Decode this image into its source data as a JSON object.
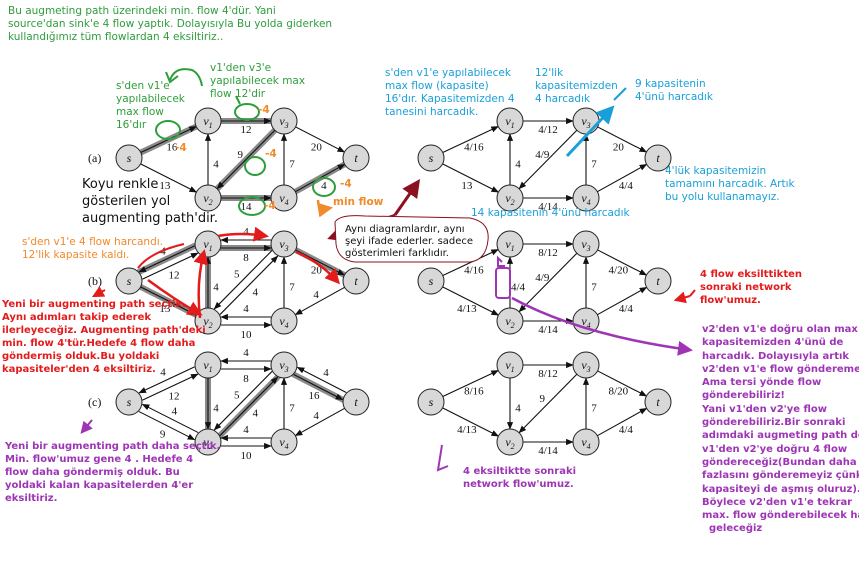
{
  "notes": {
    "top_green": "Bu augmeting path üzerindeki min. flow 4'dür. Yani\nsource'dan sink'e 4 flow yaptık. Dolayısıyla Bu yolda giderken\nkullandığımız tüm flowlardan 4 eksiltiriz..",
    "s_v1_green": "s'den v1'e\nyapılabilecek\nmax flow\n16'dır",
    "v1_v3_green": "v1'den v3'e\nyapılabilecek max\nflow 12'dir",
    "legend_black": "Koyu renkle\ngösterilen yol\naugmenting path'dir.",
    "min_flow": "min flow",
    "minus4": "-4",
    "balloon": "Aynı diagramlardır, aynı\nşeyi ifade ederler. sadece\ngösterimleri farklıdır.",
    "blue_s_v1": "s'den v1'e yapılabilecek\nmax flow (kapasite)\n16'dır. Kapasitemizden 4\ntanesini harcadık.",
    "blue_12": "12'lik\nkapasitemizden\n4 harcadık",
    "blue_9": "9 kapasitenin\n4'ünü harcadık",
    "blue_4lik": "4'lük kapasitemizin\ntamamını harcadık. Artık\nbu yolu kullanamayız.",
    "blue_14": "14 kapasitenin 4'ünü harcadık",
    "orange_b": "s'den v1'e 4 flow harcandı.\n12'lik kapasite kaldı.",
    "red_b": "Yeni bir augmenting path seçtik.\nAynı adımları takip ederek\nilerleyeceğiz. Augmenting path'deki\nmin. flow 4'tür.Hedefe 4 flow daha\ngöndermiş olduk.Bu yoldaki\nkapasiteler'den 4 eksiltiriz.",
    "red_right": "4 flow eksilttikten\nsonraki network\nflow'umuz.",
    "purple_c": "Yeni bir augmenting path daha seçtik.\nMin. flow'umuz gene 4 . Hedefe 4\nflow daha göndermiş olduk. Bu\nyoldaki kalan kapasitelerden 4'er\neksiltiriz.",
    "purple_mid": "4 eksiltiktte sonraki\nnetwork flow'umuz.",
    "purple_right": "v2'den v1'e doğru olan max 4\nkapasitemizden 4'ünü de\nharcadık. Dolayısıyla artık\nv2'den v1'e flow gönderemeyiz.\nAma tersi yönde flow\ngönderebiliriz!\nYani v1'den v2'ye flow\ngönderebiliriz.Bir sonraki\nadımdaki augmeting path de\nv1'den v2'ye doğru 4 flow\ngöndereceğiz(Bundan daha\nfazlasını gönderemeyiz çünkü\nkapasiteyi de aşmış oluruz).\nBöylece v2'den v1'e tekrar\nmax. flow gönderebilecek hale\n  geleceğiz"
  },
  "panel_labels": [
    "(a)",
    "(b)",
    "(c)"
  ],
  "node_labels": {
    "s": "s",
    "v1": "v1",
    "v2": "v2",
    "v3": "v3",
    "v4": "v4",
    "t": "t"
  },
  "graphs": {
    "a_left": {
      "edges": [
        {
          "from": "s",
          "to": "v1",
          "label": "16",
          "path": true
        },
        {
          "from": "s",
          "to": "v2",
          "label": "13"
        },
        {
          "from": "v1",
          "to": "v3",
          "label": "12",
          "path": true
        },
        {
          "from": "v2",
          "to": "v1",
          "label": "4"
        },
        {
          "from": "v3",
          "to": "v2",
          "label": "9",
          "path": true
        },
        {
          "from": "v2",
          "to": "v4",
          "label": "14",
          "path": true
        },
        {
          "from": "v4",
          "to": "v3",
          "label": "7"
        },
        {
          "from": "v3",
          "to": "t",
          "label": "20"
        },
        {
          "from": "v4",
          "to": "t",
          "label": "4",
          "path": true
        }
      ]
    },
    "a_right": {
      "edges": [
        {
          "from": "s",
          "to": "v1",
          "label": "4/16"
        },
        {
          "from": "s",
          "to": "v2",
          "label": "13"
        },
        {
          "from": "v1",
          "to": "v3",
          "label": "4/12"
        },
        {
          "from": "v2",
          "to": "v1",
          "label": "4"
        },
        {
          "from": "v3",
          "to": "v2",
          "label": "4/9"
        },
        {
          "from": "v2",
          "to": "v4",
          "label": "4/14"
        },
        {
          "from": "v4",
          "to": "v3",
          "label": "7"
        },
        {
          "from": "v3",
          "to": "t",
          "label": "20"
        },
        {
          "from": "v4",
          "to": "t",
          "label": "4/4"
        }
      ]
    },
    "b_left": {
      "edges": [
        {
          "from": "s",
          "to": "v1",
          "label": "12"
        },
        {
          "from": "v1",
          "to": "s",
          "label": "4",
          "path": true
        },
        {
          "from": "s",
          "to": "v2",
          "label": "13",
          "path": true
        },
        {
          "from": "v2",
          "to": "v1",
          "label": "4",
          "path": true
        },
        {
          "from": "v1",
          "to": "v3",
          "label": "8",
          "path": true
        },
        {
          "from": "v3",
          "to": "v1",
          "label": "4"
        },
        {
          "from": "v3",
          "to": "v2",
          "label": "5"
        },
        {
          "from": "v2",
          "to": "v3",
          "label": "4"
        },
        {
          "from": "v2",
          "to": "v4",
          "label": "10"
        },
        {
          "from": "v4",
          "to": "v2",
          "label": "4"
        },
        {
          "from": "v4",
          "to": "v3",
          "label": "7"
        },
        {
          "from": "v3",
          "to": "t",
          "label": "20",
          "path": true
        },
        {
          "from": "t",
          "to": "v4",
          "label": "4"
        }
      ]
    },
    "b_right": {
      "edges": [
        {
          "from": "s",
          "to": "v1",
          "label": "4/16"
        },
        {
          "from": "s",
          "to": "v2",
          "label": "4/13"
        },
        {
          "from": "v1",
          "to": "v3",
          "label": "8/12"
        },
        {
          "from": "v2",
          "to": "v1",
          "label": "4/4"
        },
        {
          "from": "v3",
          "to": "v2",
          "label": "4/9"
        },
        {
          "from": "v2",
          "to": "v4",
          "label": "4/14"
        },
        {
          "from": "v4",
          "to": "v3",
          "label": "7"
        },
        {
          "from": "v3",
          "to": "t",
          "label": "4/20"
        },
        {
          "from": "v4",
          "to": "t",
          "label": "4/4"
        }
      ]
    },
    "c_left": {
      "edges": [
        {
          "from": "s",
          "to": "v1",
          "label": "12"
        },
        {
          "from": "v1",
          "to": "s",
          "label": "4"
        },
        {
          "from": "v2",
          "to": "s",
          "label": "4"
        },
        {
          "from": "s",
          "to": "v2",
          "label": "9"
        },
        {
          "from": "v1",
          "to": "v2",
          "label": "4",
          "path": true
        },
        {
          "from": "v1",
          "to": "v3",
          "label": "8"
        },
        {
          "from": "v3",
          "to": "v1",
          "label": "4"
        },
        {
          "from": "v2",
          "to": "v3",
          "label": "4",
          "path": true
        },
        {
          "from": "v3",
          "to": "v2",
          "label": "5"
        },
        {
          "from": "v2",
          "to": "v4",
          "label": "10"
        },
        {
          "from": "v4",
          "to": "v2",
          "label": "4"
        },
        {
          "from": "v4",
          "to": "v3",
          "label": "7"
        },
        {
          "from": "v3",
          "to": "t",
          "label": "16",
          "path": true
        },
        {
          "from": "t",
          "to": "v3",
          "label": "4"
        },
        {
          "from": "t",
          "to": "v4",
          "label": "4"
        }
      ]
    },
    "c_right": {
      "edges": [
        {
          "from": "s",
          "to": "v1",
          "label": "8/16"
        },
        {
          "from": "s",
          "to": "v2",
          "label": "4/13"
        },
        {
          "from": "v1",
          "to": "v3",
          "label": "8/12"
        },
        {
          "from": "v1",
          "to": "v2",
          "label": "4"
        },
        {
          "from": "v3",
          "to": "v2",
          "label": "9"
        },
        {
          "from": "v2",
          "to": "v4",
          "label": "4/14"
        },
        {
          "from": "v4",
          "to": "v3",
          "label": "7"
        },
        {
          "from": "v3",
          "to": "t",
          "label": "8/20"
        },
        {
          "from": "v4",
          "to": "t",
          "label": "4/4"
        }
      ]
    }
  },
  "colors": {
    "green": "#2e9e3c",
    "blue": "#1aa0d8",
    "orange": "#f08a2b",
    "red": "#e31b1b",
    "purple": "#9d35b5",
    "darkred": "#8b1020"
  }
}
